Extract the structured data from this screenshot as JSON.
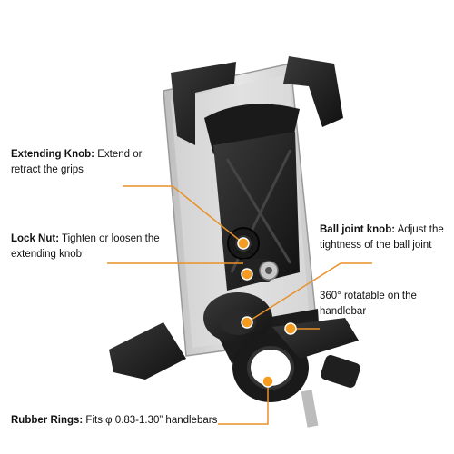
{
  "callouts": {
    "extending_knob": {
      "title": "Extending Knob:",
      "text": " Extend or retract the grips"
    },
    "lock_nut": {
      "title": "Lock Nut:",
      "text": " Tighten or loosen the extending knob"
    },
    "ball_joint": {
      "title": "Ball joint knob:",
      "text": "  Adjust the tightness of the ball joint"
    },
    "rotatable": {
      "text": "360°  rotatable on the handlebar"
    },
    "rubber_rings": {
      "title": "Rubber Rings:",
      "text": " Fits φ 0.83-1.30”  handlebars"
    }
  },
  "colors": {
    "callout_line": "#e8912a",
    "callout_dot": "#f59b1f",
    "mount_plastic": "#1f1f1f",
    "phone_body": "#d9d9d9"
  }
}
